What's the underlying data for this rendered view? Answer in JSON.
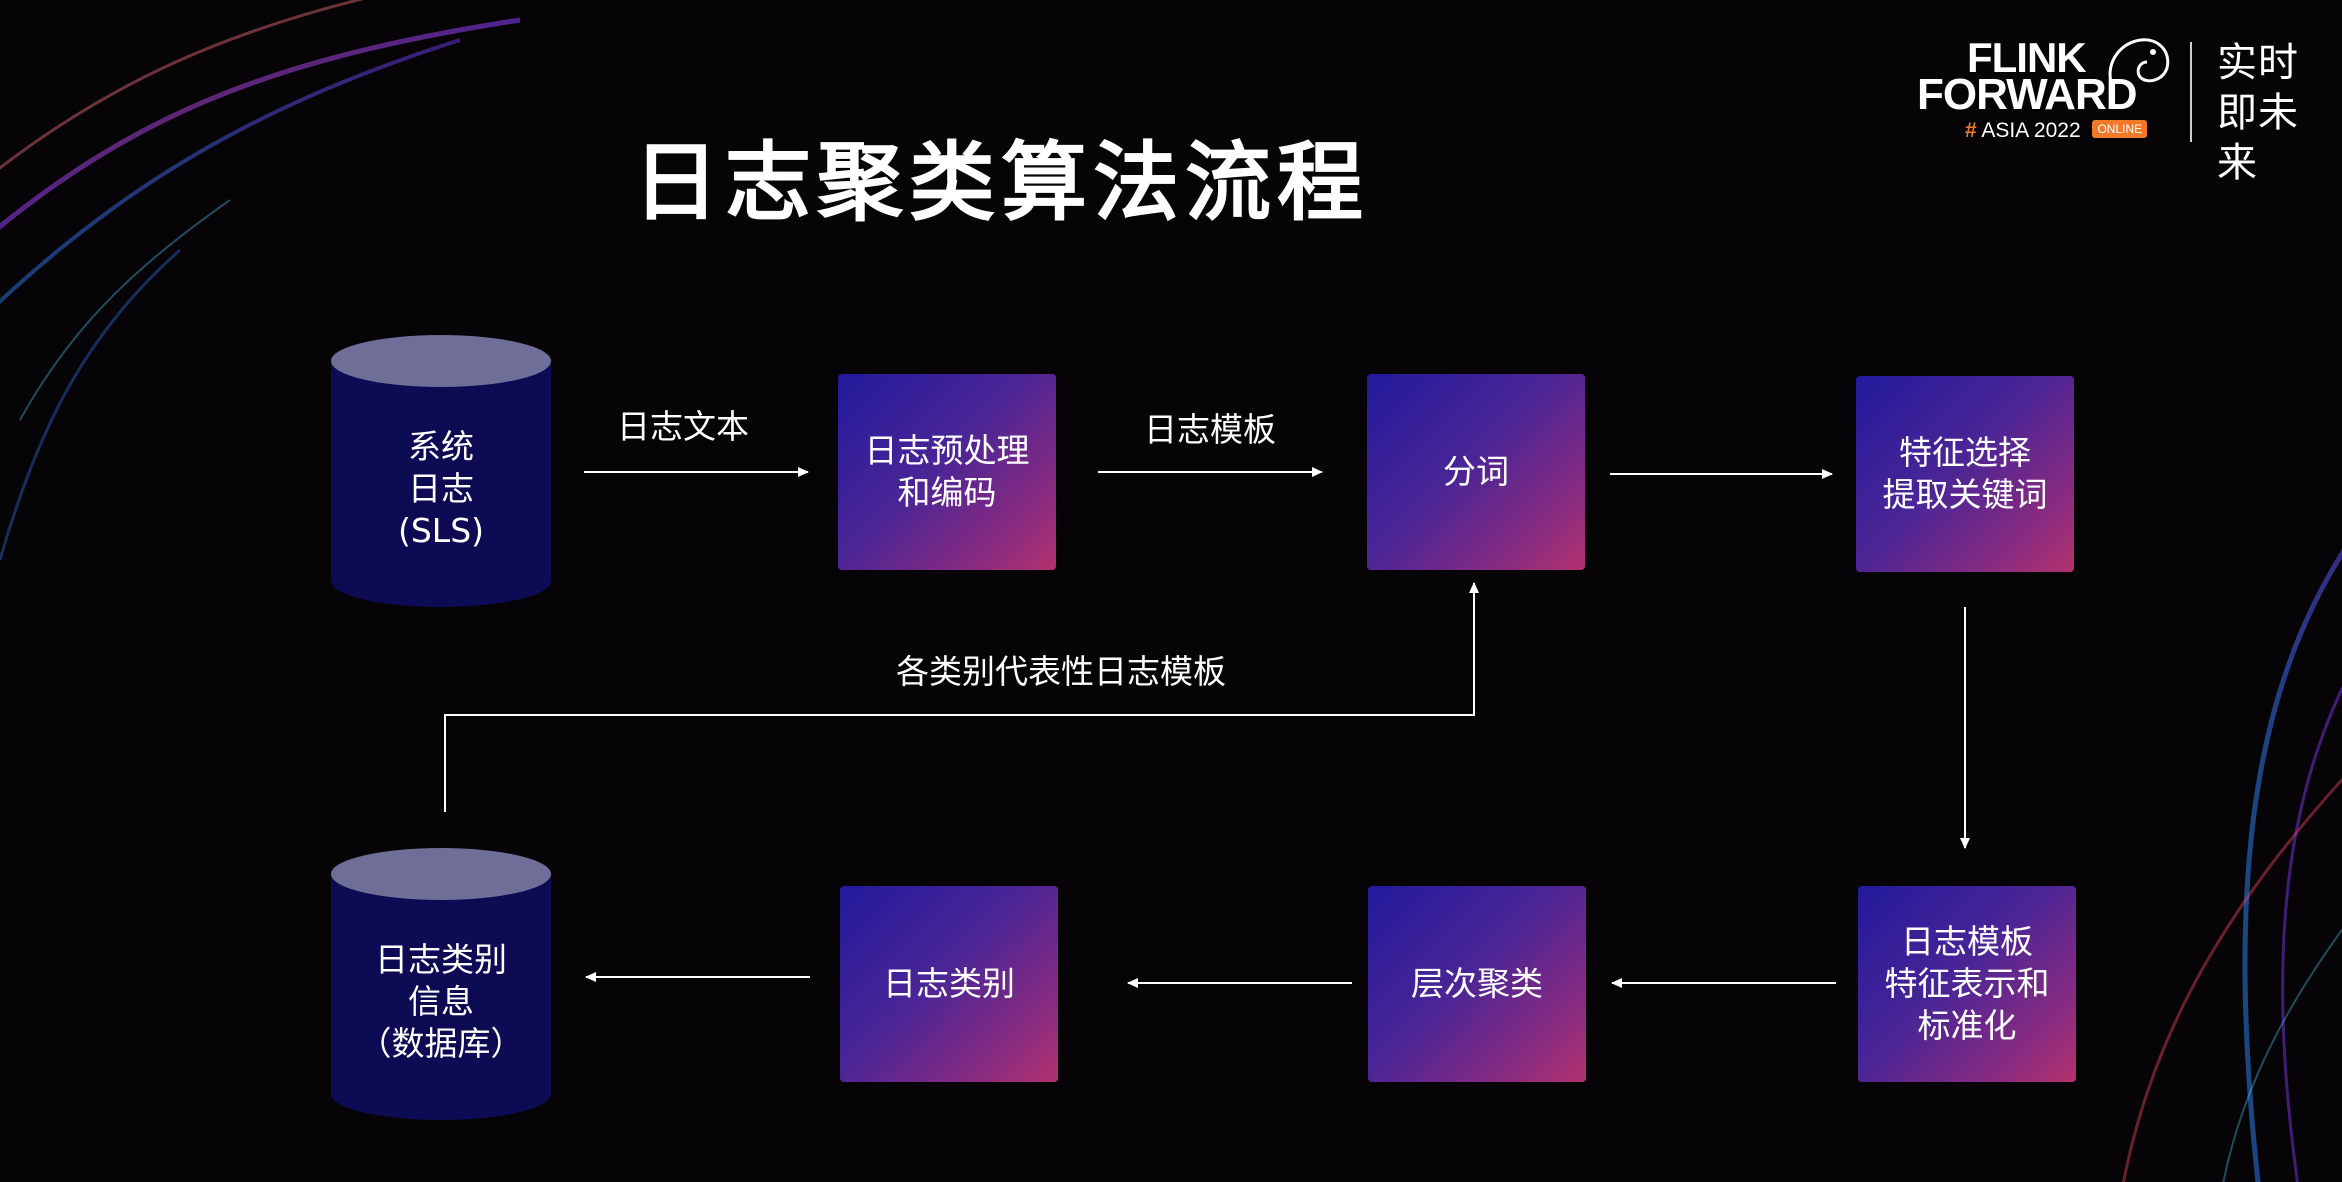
{
  "title": "日志聚类算法流程",
  "logo": {
    "line1": "FLINK",
    "line2": "FORWARD",
    "hash": "#",
    "event": "ASIA 2022",
    "badge": "ONLINE",
    "slogan": "实时即未来"
  },
  "nodes": {
    "source_db": "系统\n日志\n(SLS)",
    "preprocess": "日志预处理\n和编码",
    "tokenize": "分词",
    "feature_select": "特征选择\n提取关键词",
    "feature_repr": "日志模板\n特征表示和\n标准化",
    "cluster": "层次聚类",
    "category": "日志类别",
    "result_db": "日志类别\n信息\n（数据库）"
  },
  "edges": {
    "log_text": "日志文本",
    "log_template": "日志模板",
    "representative_templates": "各类别代表性日志模板"
  },
  "colors": {
    "box_start": "#221a9c",
    "box_end": "#b4326d",
    "cylinder_body": "#0e0b55",
    "cylinder_top": "#6f6e98",
    "accent": "#f07a2a"
  }
}
